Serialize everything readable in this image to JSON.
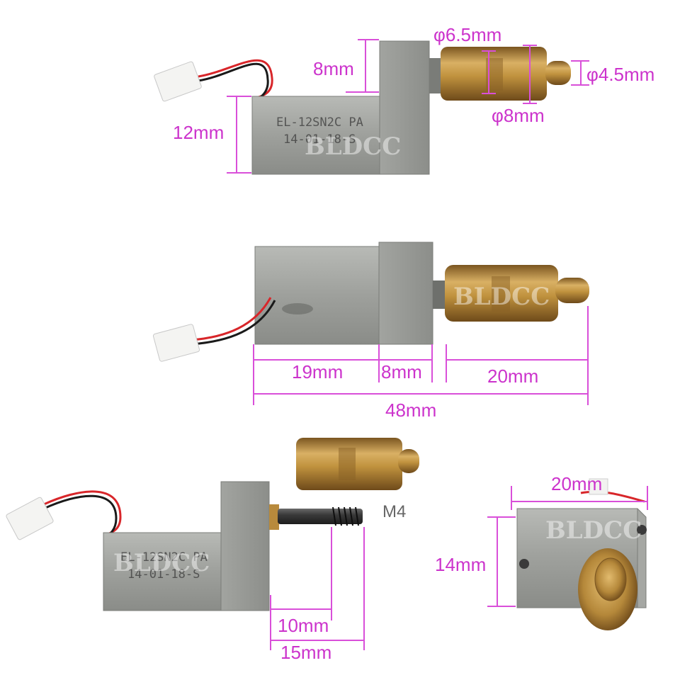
{
  "dimensions": {
    "top": {
      "d65": "φ6.5mm",
      "h8": "8mm",
      "d45": "φ4.5mm",
      "h12": "12mm",
      "d8": "φ8mm"
    },
    "middle": {
      "l19": "19mm",
      "l8": "8mm",
      "l20": "20mm",
      "l48": "48mm"
    },
    "bottom_left": {
      "thread": "M4",
      "l10": "10mm",
      "l15": "15mm"
    },
    "bottom_right": {
      "w20": "20mm",
      "h14": "14mm"
    }
  },
  "markings": {
    "line1": "EL-12SN2C PA",
    "line2": "14-01-18-S"
  },
  "watermark": "BLDCC",
  "colors": {
    "dimension": "#cc33cc",
    "steel": "#a9aba8",
    "brass": "#b88a3c",
    "wire_red": "#d8262a",
    "wire_black": "#1a1a1a"
  }
}
